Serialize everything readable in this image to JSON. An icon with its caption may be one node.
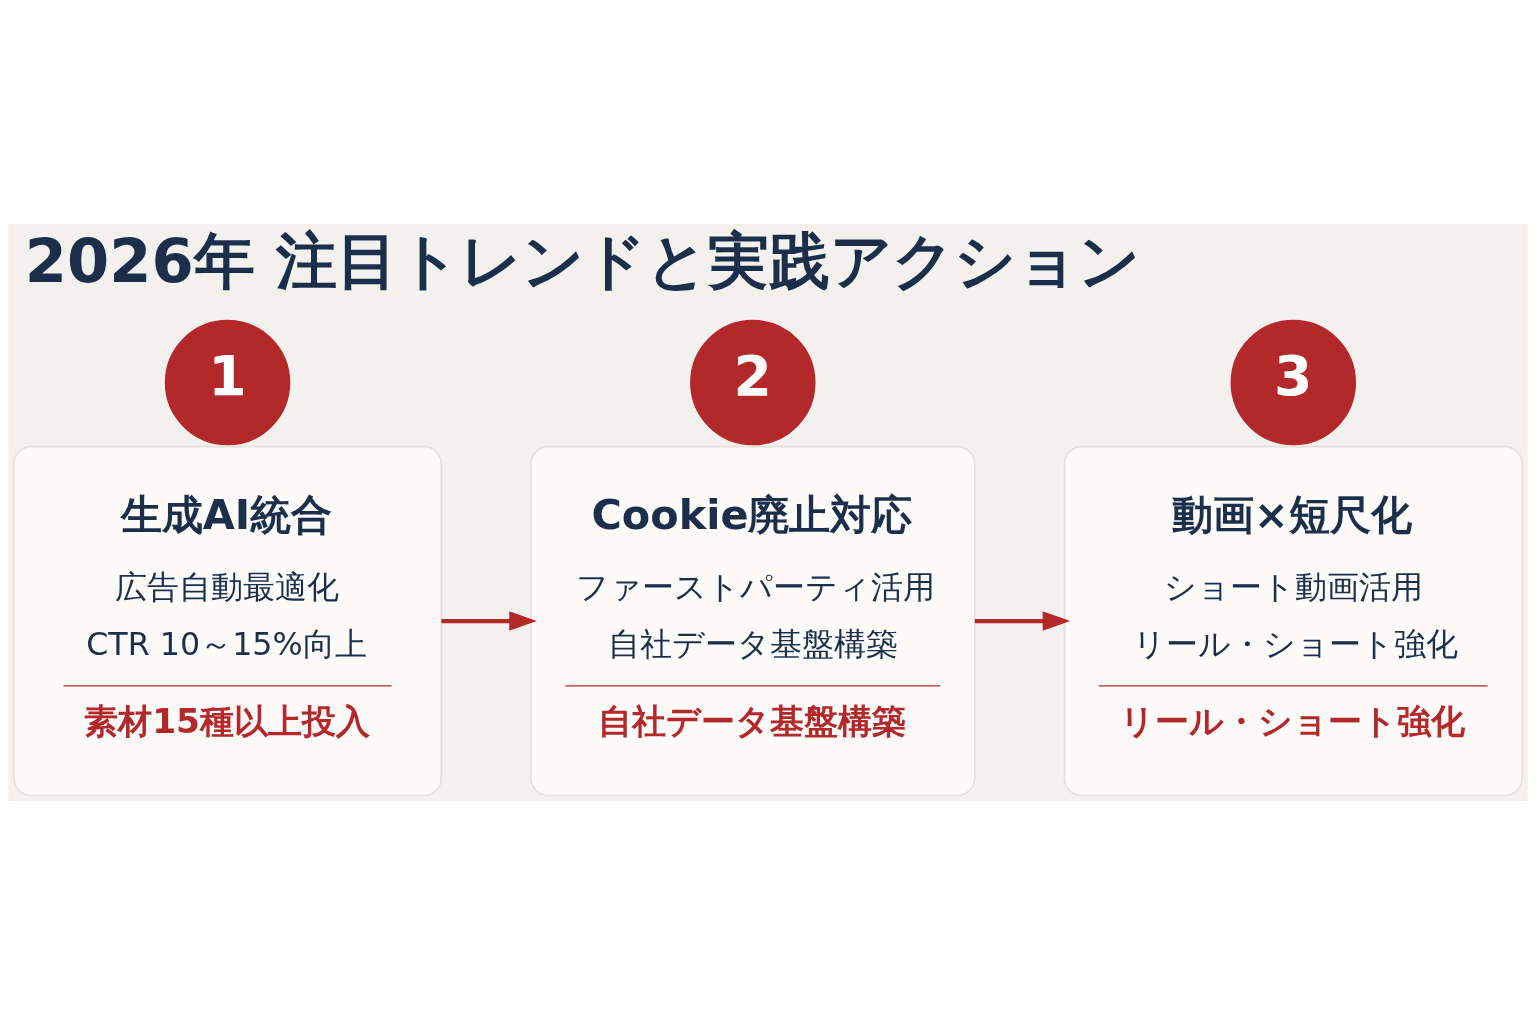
{
  "diagram": {
    "title": "2026年 注目トレンドと実践アクション",
    "nodes": [
      {
        "text": [
          "1"
        ]
      },
      {
        "text": [
          "生成AI統合",
          "広告自動最適化",
          "CTR 10～15%向上",
          "素材15種以上投入"
        ]
      },
      {
        "text": [
          "2"
        ]
      },
      {
        "text": [
          "Cookie廃止対応",
          "ファーストパーティ活用",
          "自社データ基盤構築",
          "自社データ基盤構築"
        ]
      },
      {
        "text": [
          "3"
        ]
      },
      {
        "text": [
          "動画×短尺化",
          "ショート動画活用",
          "リール・ショート強化",
          "リール・ショート強化"
        ]
      }
    ],
    "edges": [
      {
        "from": 1,
        "to": 3,
        "arrow": "to"
      },
      {
        "from": 3,
        "to": 5,
        "arrow": "to"
      }
    ]
  }
}
